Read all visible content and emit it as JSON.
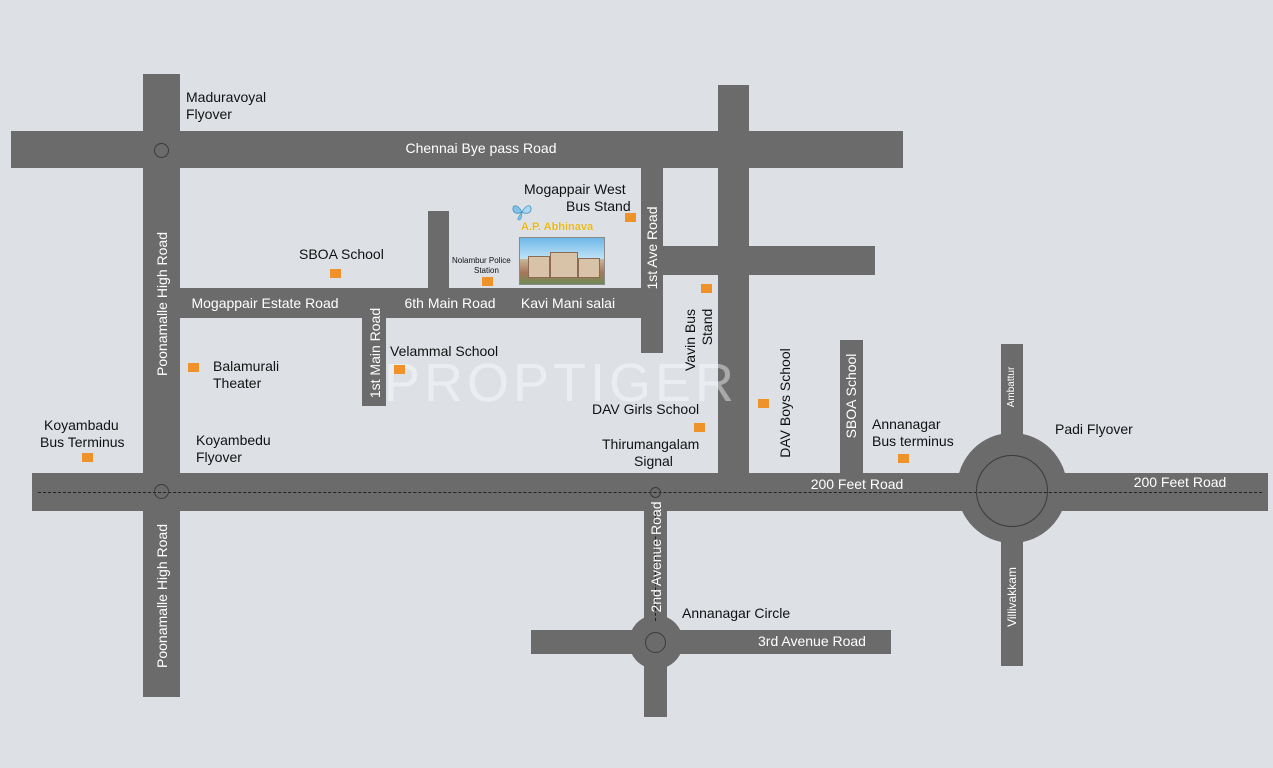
{
  "colors": {
    "background": "#dde1e6",
    "road": "#6b6b6b",
    "road_text": "#ffffff",
    "marker": "#f0922a",
    "project_name": "#e8b81a"
  },
  "watermark": "PROPTIGER",
  "project": {
    "name": "A.P. Abhinava"
  },
  "roads": {
    "chennai_bypass": "Chennai Bye pass Road",
    "poonamallee_upper": "Poonamalle High Road",
    "poonamallee_lower": "Poonamalle High Road",
    "mogappair_estate": "Mogappair Estate Road",
    "sixth_main": "6th Main Road",
    "kavi_mani": "Kavi Mani salai",
    "first_main": "1st Main Road",
    "first_ave": "1st Ave Road",
    "feet200_mid": "200 Feet Road",
    "feet200_right": "200 Feet Road",
    "second_avenue": "2nd Avenue Road",
    "third_avenue": "3rd Avenue Road",
    "sboa_school_road": "SBOA School",
    "ambattur": "Ambattur",
    "villivakkam": "Villivakkam"
  },
  "places": {
    "maduravoyal_1": "Maduravoyal",
    "maduravoyal_2": "Flyover",
    "mogappair_bus_1": "Mogappair West",
    "mogappair_bus_2": "Bus Stand",
    "sboa_school": "SBOA School",
    "nolambur_1": "Nolambur Police",
    "nolambur_2": "Station",
    "balamurali_1": "Balamurali",
    "balamurali_2": "Theater",
    "velammal": "Velammal School",
    "vavin_1": "Vavin Bus",
    "vavin_2": "Stand",
    "dav_boys": "DAV Boys School",
    "dav_girls": "DAV Girls School",
    "thirumangalam_1": "Thirumangalam",
    "thirumangalam_2": "Signal",
    "koyambadu_1": "Koyambadu",
    "koyambadu_2": "Bus Terminus",
    "koyambedu_1": "Koyambedu",
    "koyambedu_2": "Flyover",
    "annanagar_bus_1": "Annanagar",
    "annanagar_bus_2": "Bus terminus",
    "padi": "Padi Flyover",
    "annanagar_circle": "Annanagar Circle"
  }
}
